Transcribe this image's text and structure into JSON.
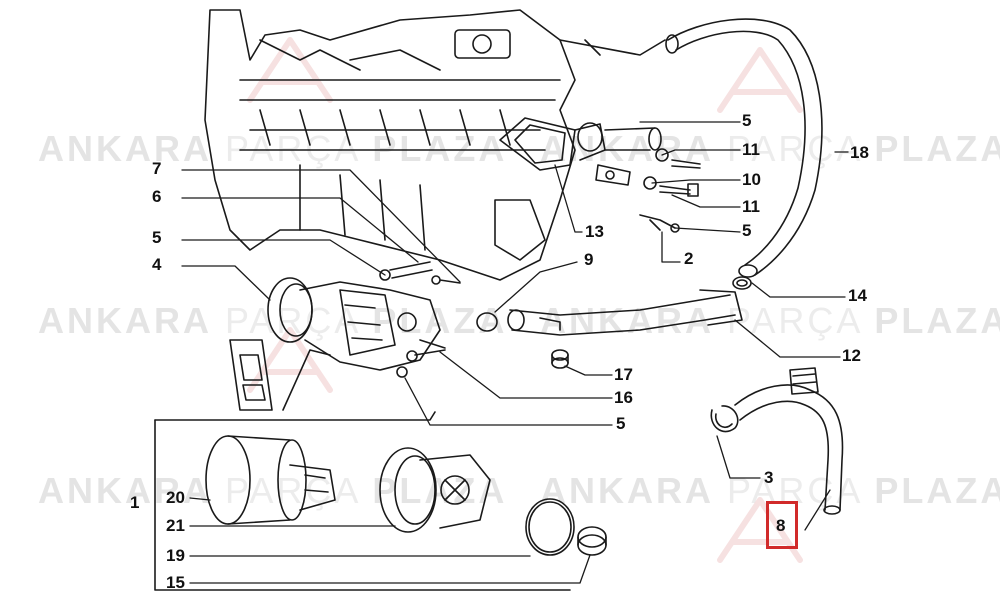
{
  "watermark": {
    "brand_bold": "ANKARA",
    "brand_light": "PARÇA",
    "brand_end": "PLAZA",
    "color": "#e4e4e4"
  },
  "highlight": {
    "part": "8",
    "color": "#d12a2a"
  },
  "callouts": [
    {
      "id": "p1",
      "label": "1"
    },
    {
      "id": "p2",
      "label": "2"
    },
    {
      "id": "p3",
      "label": "3"
    },
    {
      "id": "p4",
      "label": "4"
    },
    {
      "id": "p5a",
      "label": "5"
    },
    {
      "id": "p5b",
      "label": "5"
    },
    {
      "id": "p5c",
      "label": "5"
    },
    {
      "id": "p5d",
      "label": "5"
    },
    {
      "id": "p6",
      "label": "6"
    },
    {
      "id": "p7",
      "label": "7"
    },
    {
      "id": "p8",
      "label": "8"
    },
    {
      "id": "p9",
      "label": "9"
    },
    {
      "id": "p10",
      "label": "10"
    },
    {
      "id": "p11a",
      "label": "11"
    },
    {
      "id": "p11b",
      "label": "11"
    },
    {
      "id": "p12",
      "label": "12"
    },
    {
      "id": "p13",
      "label": "13"
    },
    {
      "id": "p14",
      "label": "14"
    },
    {
      "id": "p15",
      "label": "15"
    },
    {
      "id": "p16",
      "label": "16"
    },
    {
      "id": "p17",
      "label": "17"
    },
    {
      "id": "p18",
      "label": "18"
    },
    {
      "id": "p19",
      "label": "19"
    },
    {
      "id": "p20",
      "label": "20"
    },
    {
      "id": "p21",
      "label": "21"
    }
  ]
}
